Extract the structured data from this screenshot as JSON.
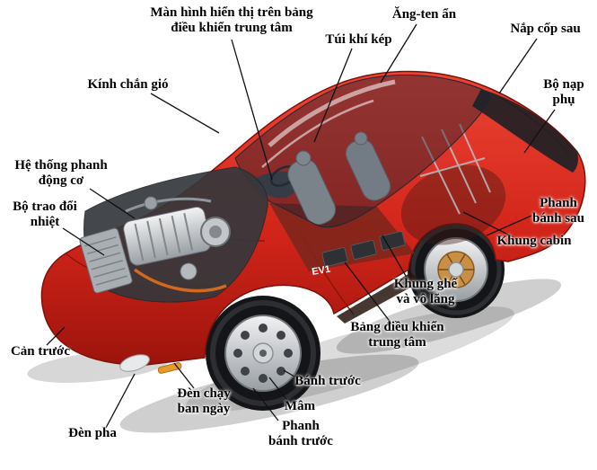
{
  "figure": {
    "type": "car-cutaway-diagram",
    "badge": "EV1",
    "colors": {
      "background": "#ffffff",
      "body_red": "#d2251a",
      "label_text": "#000000",
      "leader_line": "#101010"
    }
  },
  "labels": [
    {
      "id": "center-display",
      "text": "Màn hình hiển thị trên bảng\nđiều khiển trung tâm"
    },
    {
      "id": "hidden-antenna",
      "text": "Ăng-ten ẩn"
    },
    {
      "id": "rear-trunk-lid",
      "text": "Nắp cốp sau"
    },
    {
      "id": "dual-airbags",
      "text": "Túi khí kép"
    },
    {
      "id": "windshield",
      "text": "Kính chắn gió"
    },
    {
      "id": "aux-charger",
      "text": "Bộ nạp\nphụ"
    },
    {
      "id": "engine-brake-system",
      "text": "Hệ thống phanh\nđộng cơ"
    },
    {
      "id": "heat-exchanger",
      "text": "Bộ trao đổi\nnhiệt"
    },
    {
      "id": "rear-wheel-brake",
      "text": "Phanh\nbánh sau"
    },
    {
      "id": "cabin-frame",
      "text": "Khung cabin"
    },
    {
      "id": "seat-steering-frame",
      "text": "Khung ghế\nvà vô lăng"
    },
    {
      "id": "center-console",
      "text": "Bảng điều khiển\ntrung tâm"
    },
    {
      "id": "front-bumper",
      "text": "Cản trước"
    },
    {
      "id": "daytime-running-light",
      "text": "Đèn chạy\nban ngày"
    },
    {
      "id": "headlight",
      "text": "Đèn pha"
    },
    {
      "id": "front-wheel",
      "text": "Bánh trước"
    },
    {
      "id": "wheel-rim",
      "text": "Mâm"
    },
    {
      "id": "front-wheel-brake",
      "text": "Phanh\nbánh trước"
    }
  ]
}
